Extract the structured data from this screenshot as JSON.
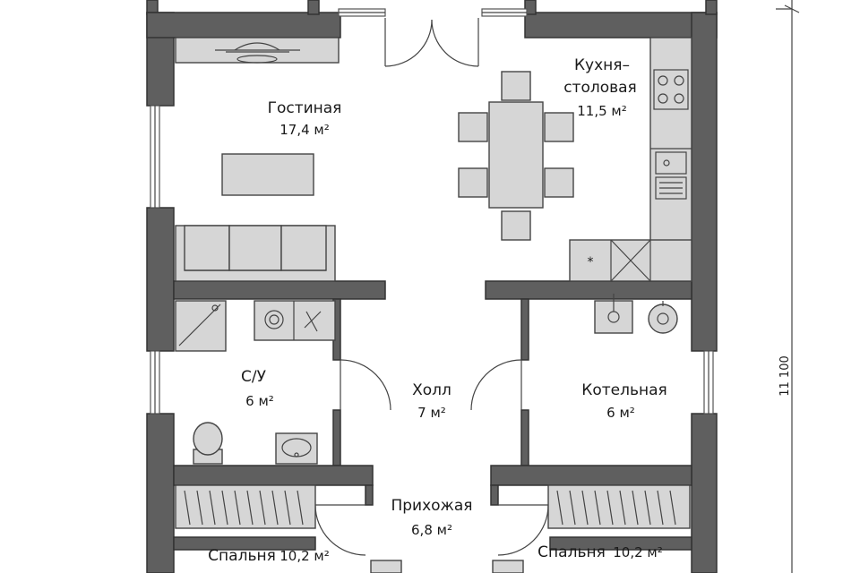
{
  "rooms": {
    "living": {
      "name": "Гостиная",
      "area": "17,4 м²"
    },
    "kitchen": {
      "name_line1": "Кухня–",
      "name_line2": "столовая",
      "area": "11,5 м²"
    },
    "bathroom": {
      "name": "С/У",
      "area": "6 м²"
    },
    "hall": {
      "name": "Холл",
      "area": "7 м²"
    },
    "boiler": {
      "name": "Котельная",
      "area": "6 м²"
    },
    "entry": {
      "name": "Прихожая",
      "area": "6,8 м²"
    },
    "bedroom_left": {
      "name": "Спальня",
      "area": "10,2 м²"
    },
    "bedroom_right": {
      "name": "Спальня",
      "area": "10,2 м²"
    }
  },
  "dimension": {
    "value": "11 100"
  }
}
